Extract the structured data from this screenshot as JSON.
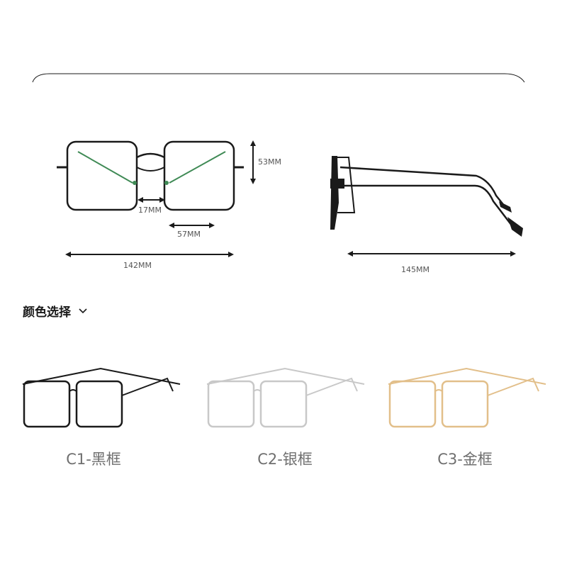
{
  "colors": {
    "frame_black": "#1a1a1a",
    "frame_silver": "#c8c8c8",
    "frame_gold": "#e2bf8a",
    "lens_tint": "#3f8a55",
    "divider": "#1a1a1a",
    "label_gray": "#6f6f6f"
  },
  "dimensions": {
    "lens_height": "53MM",
    "bridge_width": "17MM",
    "lens_width": "57MM",
    "frame_width": "142MM",
    "temple_length": "145MM"
  },
  "color_select": {
    "title": "颜色选择",
    "icon": "chevron-down-icon"
  },
  "variants": [
    {
      "code_label": "C1-黑框",
      "frame_color": "#1a1a1a"
    },
    {
      "code_label": "C2-银框",
      "frame_color": "#c8c8c8"
    },
    {
      "code_label": "C3-金框",
      "frame_color": "#e2bf8a"
    }
  ]
}
